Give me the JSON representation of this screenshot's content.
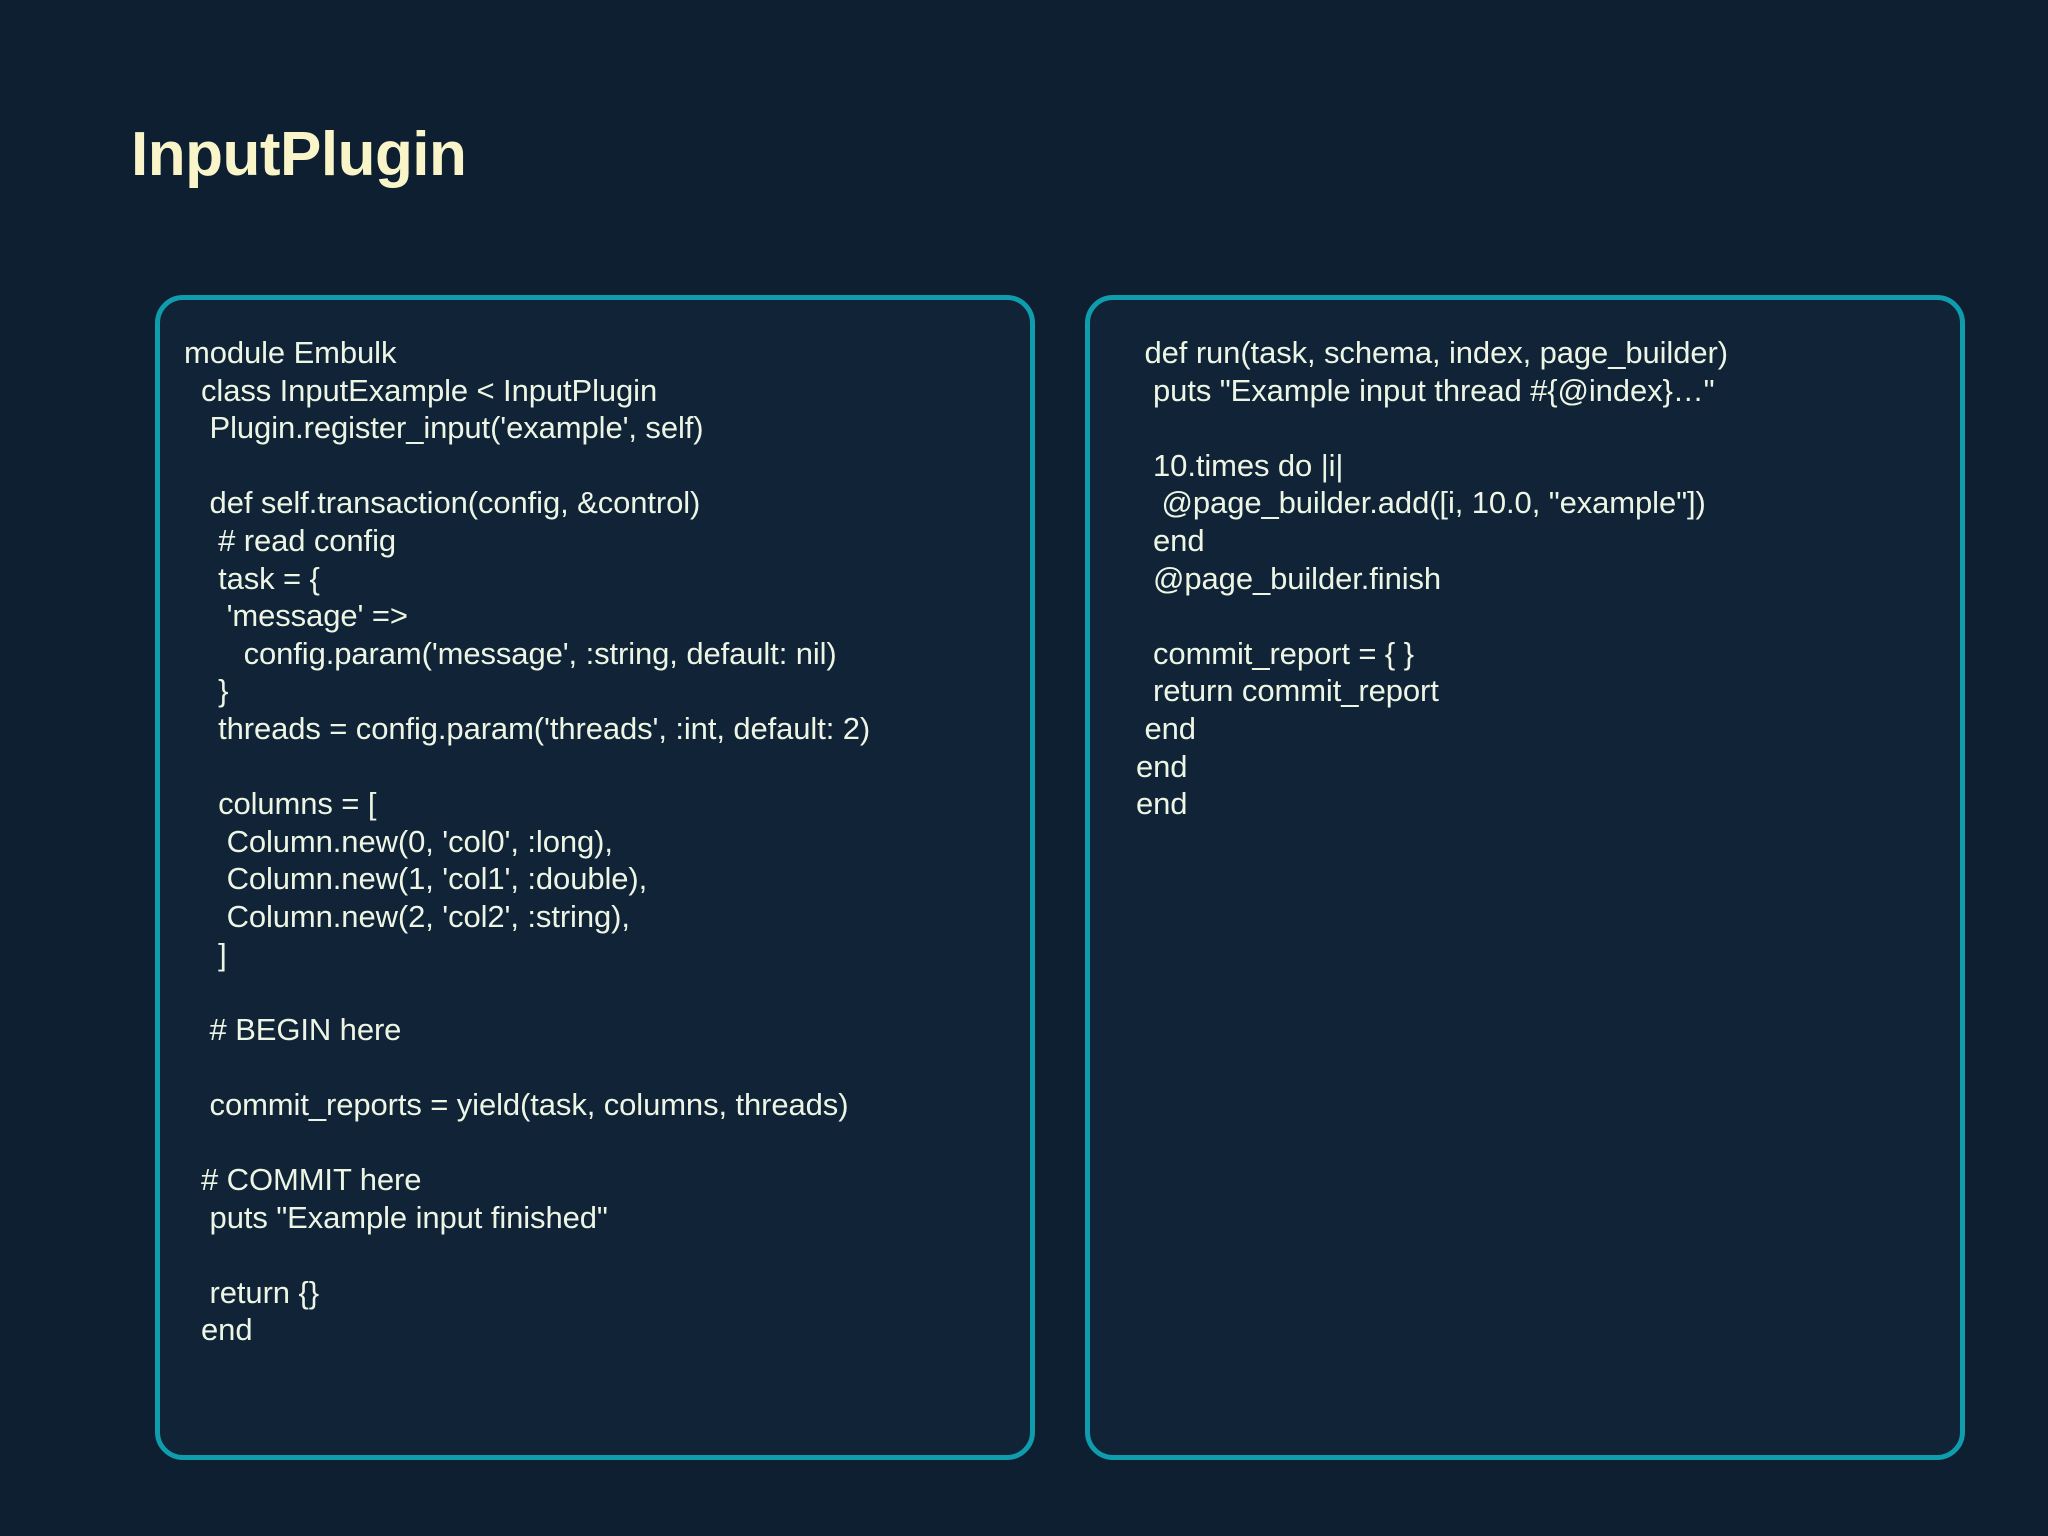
{
  "slide": {
    "title": "InputPlugin",
    "background_color": "#0d1f31",
    "title_color": "#f9f5c9",
    "panel_border_color": "#0f9cad",
    "panel_fill_color": "#102337",
    "code_text_color": "#edf5e4"
  },
  "panels": [
    {
      "name": "transaction-code-panel",
      "lines": [
        "module Embulk",
        "  class InputExample < InputPlugin",
        "   Plugin.register_input('example', self)",
        "",
        "   def self.transaction(config, &control)",
        "    # read config",
        "    task = {",
        "     'message' =>",
        "       config.param('message', :string, default: nil)",
        "    }",
        "    threads = config.param('threads', :int, default: 2)",
        "",
        "    columns = [",
        "     Column.new(0, 'col0', :long),",
        "     Column.new(1, 'col1', :double),",
        "     Column.new(2, 'col2', :string),",
        "    ]",
        "",
        "   # BEGIN here",
        "",
        "   commit_reports = yield(task, columns, threads)",
        "",
        "  # COMMIT here",
        "   puts \"Example input finished\"",
        "",
        "   return {}",
        "  end"
      ]
    },
    {
      "name": "run-code-panel",
      "lines": [
        " def run(task, schema, index, page_builder)",
        "  puts \"Example input thread #{@index}…\"",
        "",
        "  10.times do |i|",
        "   @page_builder.add([i, 10.0, \"example\"])",
        "  end",
        "  @page_builder.finish",
        "",
        "  commit_report = { }",
        "  return commit_report",
        " end",
        "end",
        "end"
      ]
    }
  ]
}
